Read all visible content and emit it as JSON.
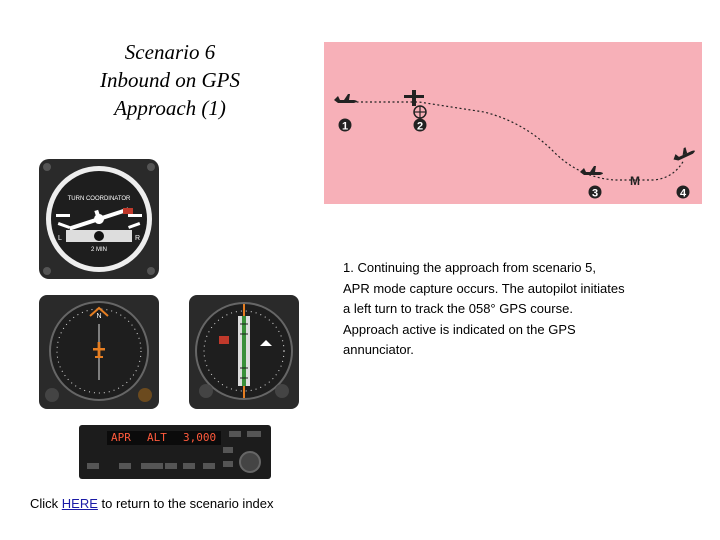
{
  "title": {
    "line1": "Scenario 6",
    "line2": "Inbound on GPS",
    "line3": "Approach (1)"
  },
  "diagram": {
    "background": "#f7b0b8",
    "markers": [
      "1",
      "2",
      "3",
      "4"
    ],
    "m_label": "M"
  },
  "description": {
    "line1": "1. Continuing the approach from scenario 5,",
    "line2": "APR mode capture occurs. The autopilot initiates",
    "line3": "a  left turn to track the 058° GPS course.",
    "line4": "Approach active is indicated on the GPS",
    "line5": "annunciator."
  },
  "instruments": {
    "turn_coordinator": {
      "label_top": "TURN COORDINATOR",
      "label_L": "L",
      "label_R": "R",
      "label_min": "2 MIN"
    },
    "hsi_left": {
      "icon": "airplane-icon"
    },
    "hsi_right": {
      "icon": "course-deviation-icon"
    },
    "gps_annunciator": {
      "mode": "APR",
      "mode2": "ALT",
      "altitude": "3,000",
      "display_color": "#ff5a3c"
    }
  },
  "footer": {
    "prefix": "Click ",
    "link": "HERE",
    "suffix": " to return to the scenario index"
  }
}
